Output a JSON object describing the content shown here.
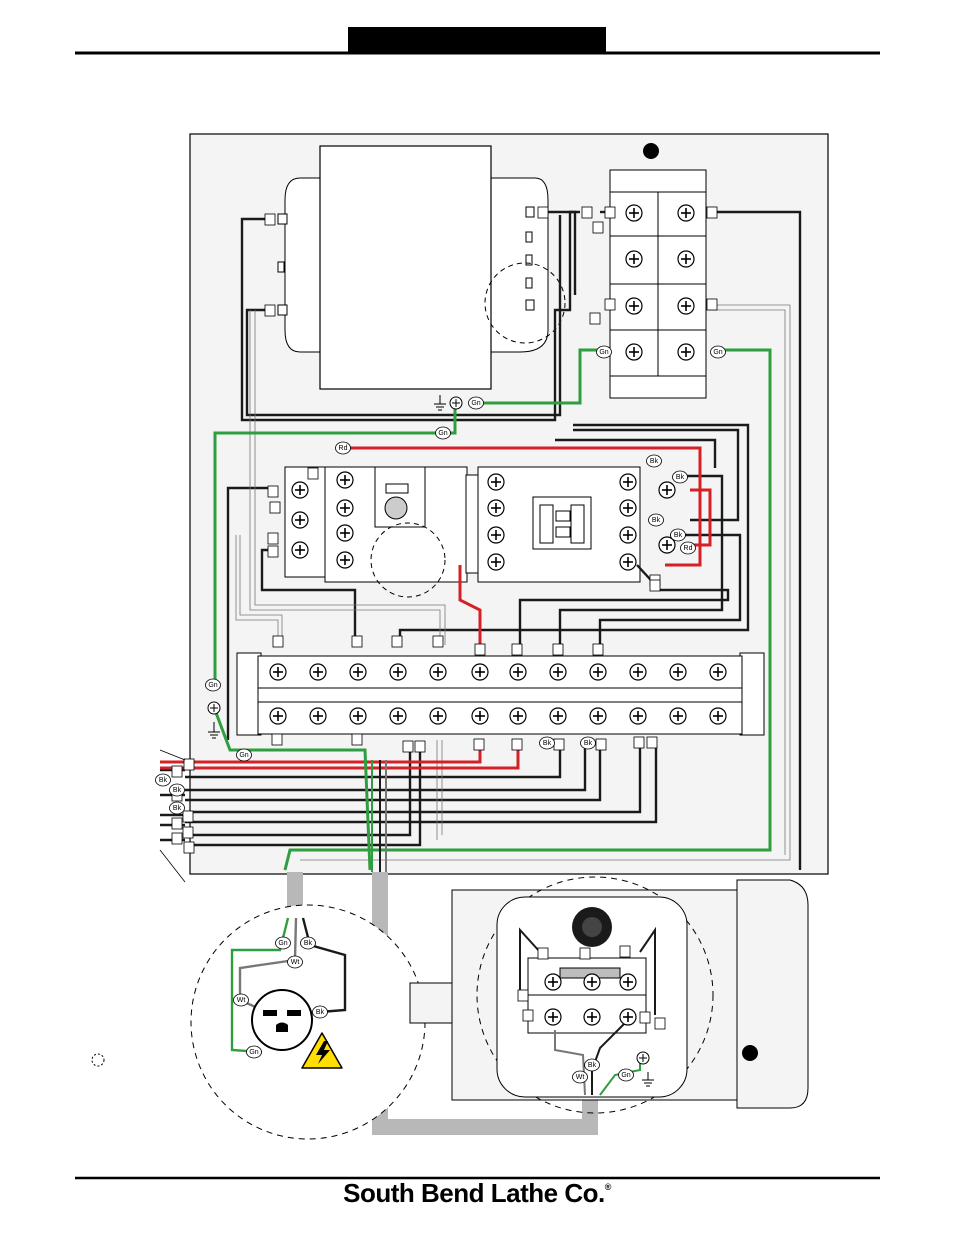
{
  "footer": {
    "brand": "South Bend Lathe Co.",
    "registered_mark": "®"
  },
  "colors": {
    "red": "#d42027",
    "green": "#2f9e41",
    "black": "#1a1a1a",
    "gray_conduit": "#b8b8b8",
    "panel_fill": "#f4f4f4",
    "warning_yellow": "#ffde00"
  },
  "wire_labels": {
    "gn": "Gn",
    "bk": "Bk",
    "rd": "Rd",
    "wt": "Wt"
  },
  "icons": [
    "ground-icon",
    "terminal-screw-icon",
    "electrical-hazard-icon",
    "power-plug-icon"
  ]
}
